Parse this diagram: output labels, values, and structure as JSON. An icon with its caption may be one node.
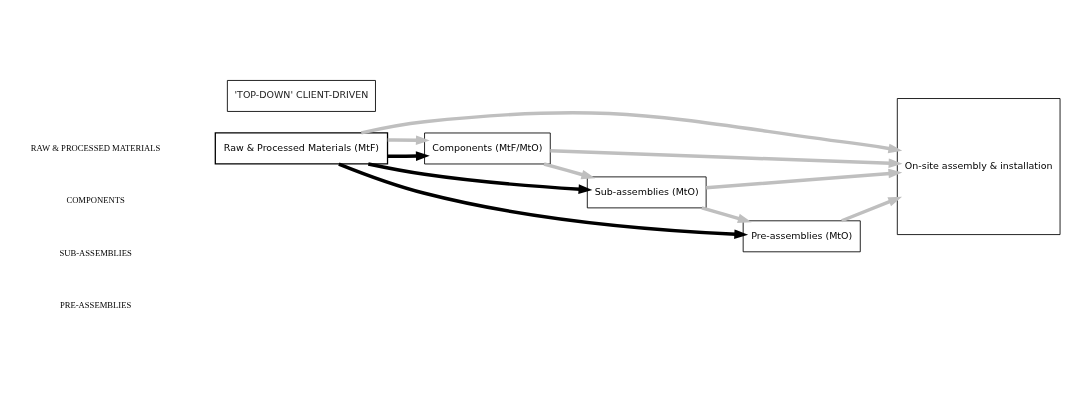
{
  "diagram": {
    "nodes": [
      {
        "text": [
          "Raw & Processed Materials (MtF)"
        ]
      },
      {
        "text": [
          "'TOP-DOWN' CLIENT-DRIVEN"
        ]
      },
      {
        "text": [
          "Components (MtF/MtO)"
        ]
      },
      {
        "text": [
          "Sub-assemblies (MtO)"
        ]
      },
      {
        "text": [
          "Pre-assemblies (MtO)"
        ]
      },
      {
        "text": [
          "On-site assembly & installation"
        ]
      }
    ],
    "edges": [
      {
        "from": 0,
        "to": 2,
        "arrow": "to",
        "color": "#000000"
      },
      {
        "from": 0,
        "to": 3,
        "arrow": "to",
        "color": "#000000"
      },
      {
        "from": 0,
        "to": 4,
        "arrow": "to",
        "color": "#000000"
      },
      {
        "from": 0,
        "to": 5,
        "arrow": "to"
      },
      {
        "from": 0,
        "to": 2,
        "arrow": "to"
      },
      {
        "from": 2,
        "to": 5,
        "arrow": "to"
      },
      {
        "from": 2,
        "to": 3,
        "arrow": "to"
      },
      {
        "from": 3,
        "to": 5,
        "arrow": "to"
      },
      {
        "from": 3,
        "to": 4,
        "arrow": "to"
      },
      {
        "from": 4,
        "to": 5,
        "arrow": "to"
      }
    ],
    "labels": [
      "RAW & PROCESSED MATERIALS",
      "COMPONENTS",
      "SUB-ASSEMBLIES",
      "PRE-ASSEMBLIES"
    ]
  }
}
